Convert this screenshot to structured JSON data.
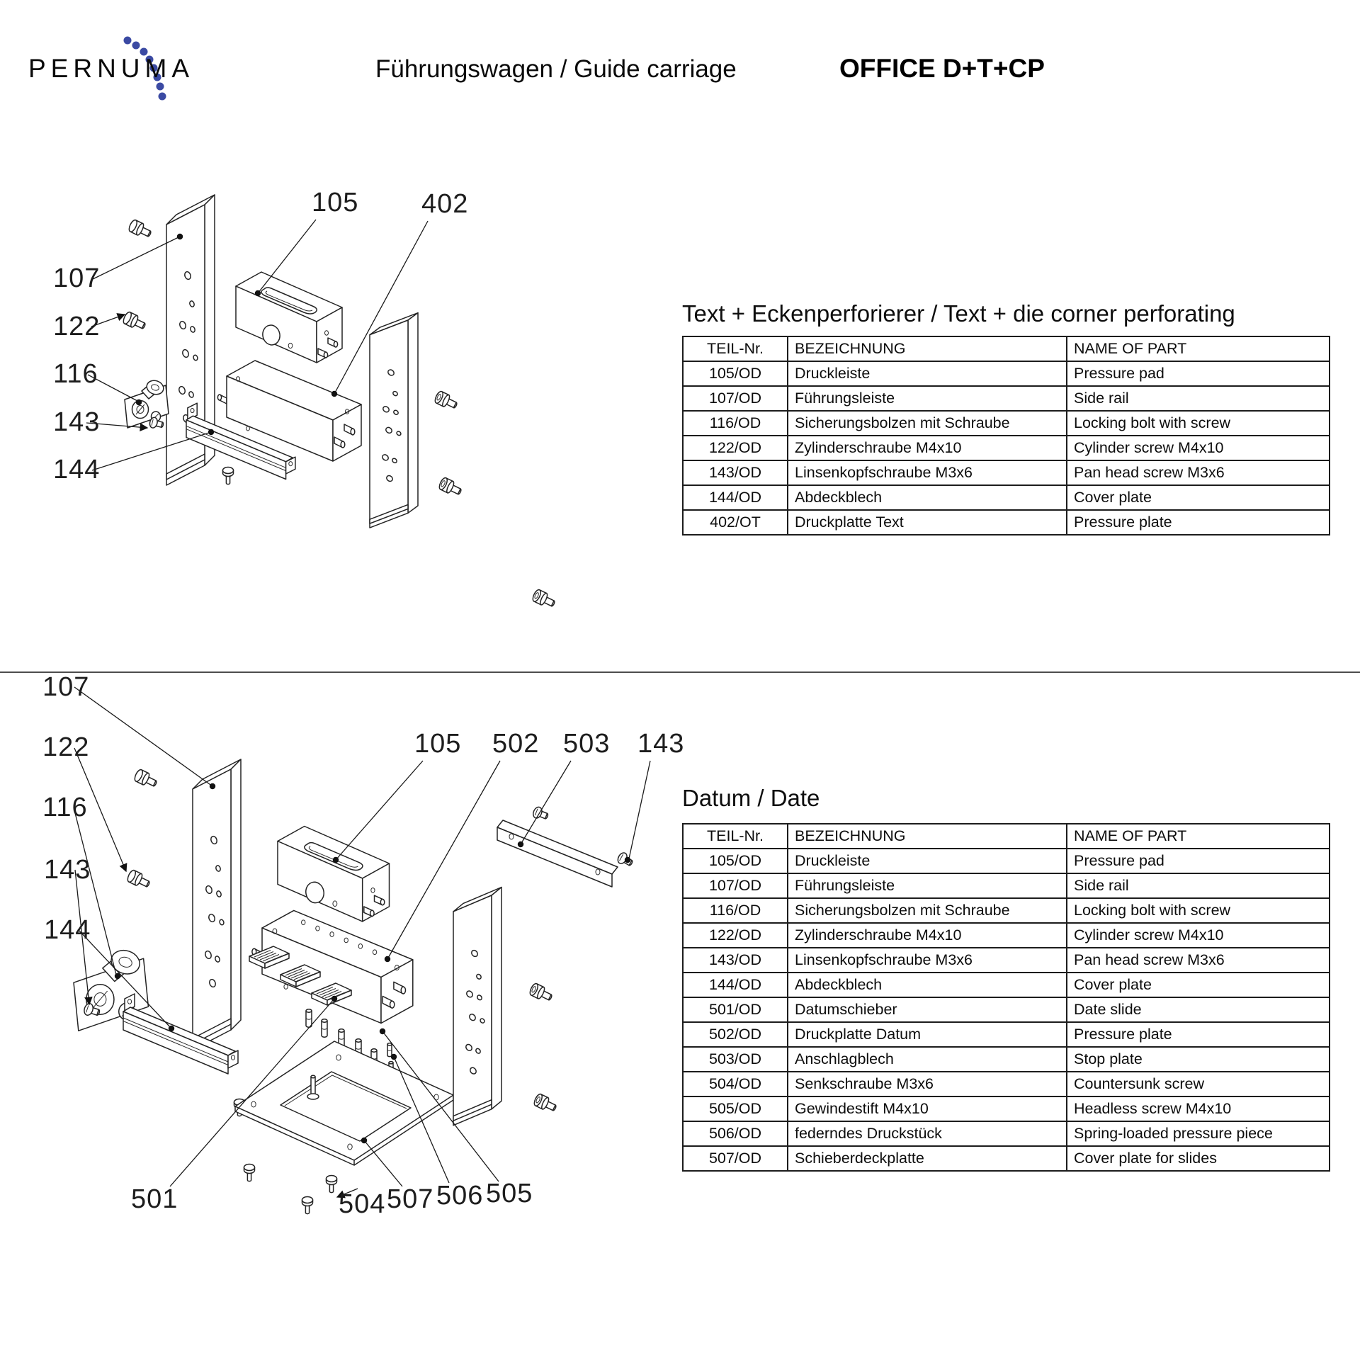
{
  "header": {
    "logo": {
      "text": "PERNUMA",
      "dot_color": "#3b4aa3"
    },
    "title": "Führungswagen / Guide carriage",
    "product": "OFFICE D+T+CP"
  },
  "sections": [
    {
      "heading": "Text + Eckenperforierer / Text + die corner perforating",
      "table": {
        "headers": [
          "TEIL-Nr.",
          "BEZEICHNUNG",
          "NAME OF PART"
        ],
        "rows": [
          [
            "105/OD",
            "Druckleiste",
            "Pressure pad"
          ],
          [
            "107/OD",
            "Führungsleiste",
            "Side rail"
          ],
          [
            "116/OD",
            "Sicherungsbolzen mit Schraube",
            "Locking bolt with screw"
          ],
          [
            "122/OD",
            "Zylinderschraube M4x10",
            "Cylinder screw M4x10"
          ],
          [
            "143/OD",
            "Linsenkopfschraube M3x6",
            "Pan head screw M3x6"
          ],
          [
            "144/OD",
            "Abdeckblech",
            "Cover plate"
          ],
          [
            "402/OT",
            "Druckplatte Text",
            "Pressure plate"
          ]
        ]
      },
      "diagram_labels": [
        "105",
        "402",
        "107",
        "122",
        "116",
        "143",
        "144"
      ]
    },
    {
      "heading": "Datum / Date",
      "table": {
        "headers": [
          "TEIL-Nr.",
          "BEZEICHNUNG",
          "NAME OF PART"
        ],
        "rows": [
          [
            "105/OD",
            "Druckleiste",
            "Pressure pad"
          ],
          [
            "107/OD",
            "Führungsleiste",
            "Side rail"
          ],
          [
            "116/OD",
            "Sicherungsbolzen mit Schraube",
            "Locking bolt with screw"
          ],
          [
            "122/OD",
            "Zylinderschraube M4x10",
            "Cylinder screw M4x10"
          ],
          [
            "143/OD",
            "Linsenkopfschraube M3x6",
            "Pan head screw M3x6"
          ],
          [
            "144/OD",
            "Abdeckblech",
            "Cover plate"
          ],
          [
            "501/OD",
            "Datumschieber",
            "Date slide"
          ],
          [
            "502/OD",
            "Druckplatte Datum",
            "Pressure plate"
          ],
          [
            "503/OD",
            "Anschlagblech",
            "Stop plate"
          ],
          [
            "504/OD",
            "Senkschraube M3x6",
            "Countersunk screw"
          ],
          [
            "505/OD",
            "Gewindestift M4x10",
            "Headless screw M4x10"
          ],
          [
            "506/OD",
            "federndes Druckstück",
            "Spring-loaded pressure piece"
          ],
          [
            "507/OD",
            "Schieberdeckplatte",
            "Cover plate for slides"
          ]
        ]
      },
      "diagram_labels": [
        "105",
        "502",
        "503",
        "143",
        "107",
        "122",
        "116",
        "143",
        "144",
        "501",
        "504",
        "507",
        "506",
        "505"
      ]
    }
  ]
}
